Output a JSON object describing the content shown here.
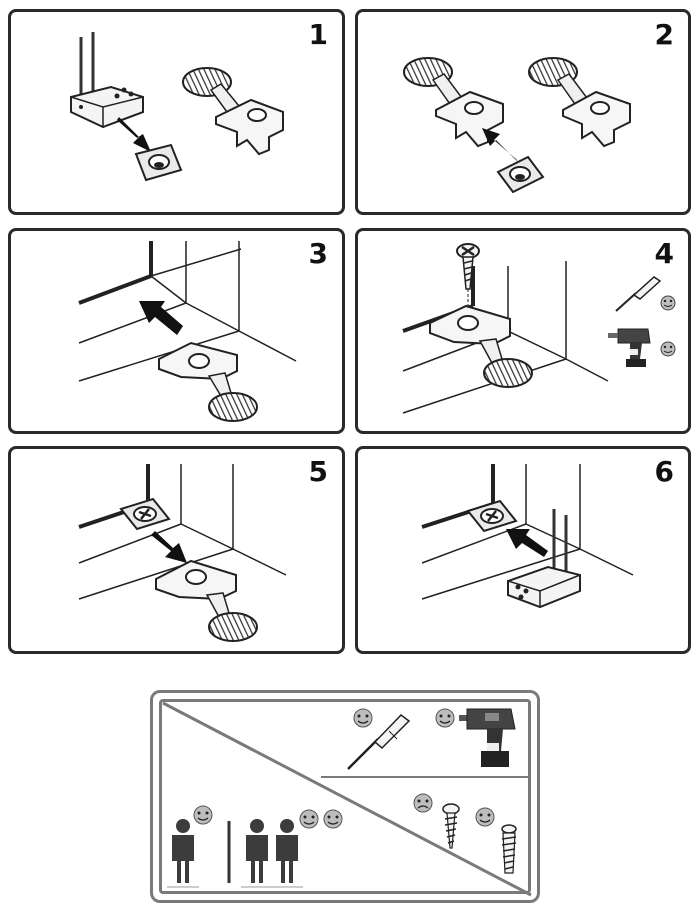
{
  "steps": [
    {
      "number": "1"
    },
    {
      "number": "2"
    },
    {
      "number": "3"
    },
    {
      "number": "4"
    },
    {
      "number": "5"
    },
    {
      "number": "6"
    }
  ],
  "icons": {
    "tools": [
      "screwdriver-icon",
      "drill-icon"
    ],
    "fasteners": [
      "screw-icon",
      "wall-anchor-screw-icon"
    ],
    "people": [
      "one-person-icon",
      "two-people-icon"
    ],
    "ratings": [
      "happy-face-icon",
      "sad-face-icon"
    ]
  },
  "colors": {
    "outline": "#2a2a2a",
    "hatch": "#3a3a3a",
    "arrow": "#111111",
    "legend_border": "#7a7a7a",
    "face": "#bdbdbd",
    "person": "#3c3c3c"
  }
}
